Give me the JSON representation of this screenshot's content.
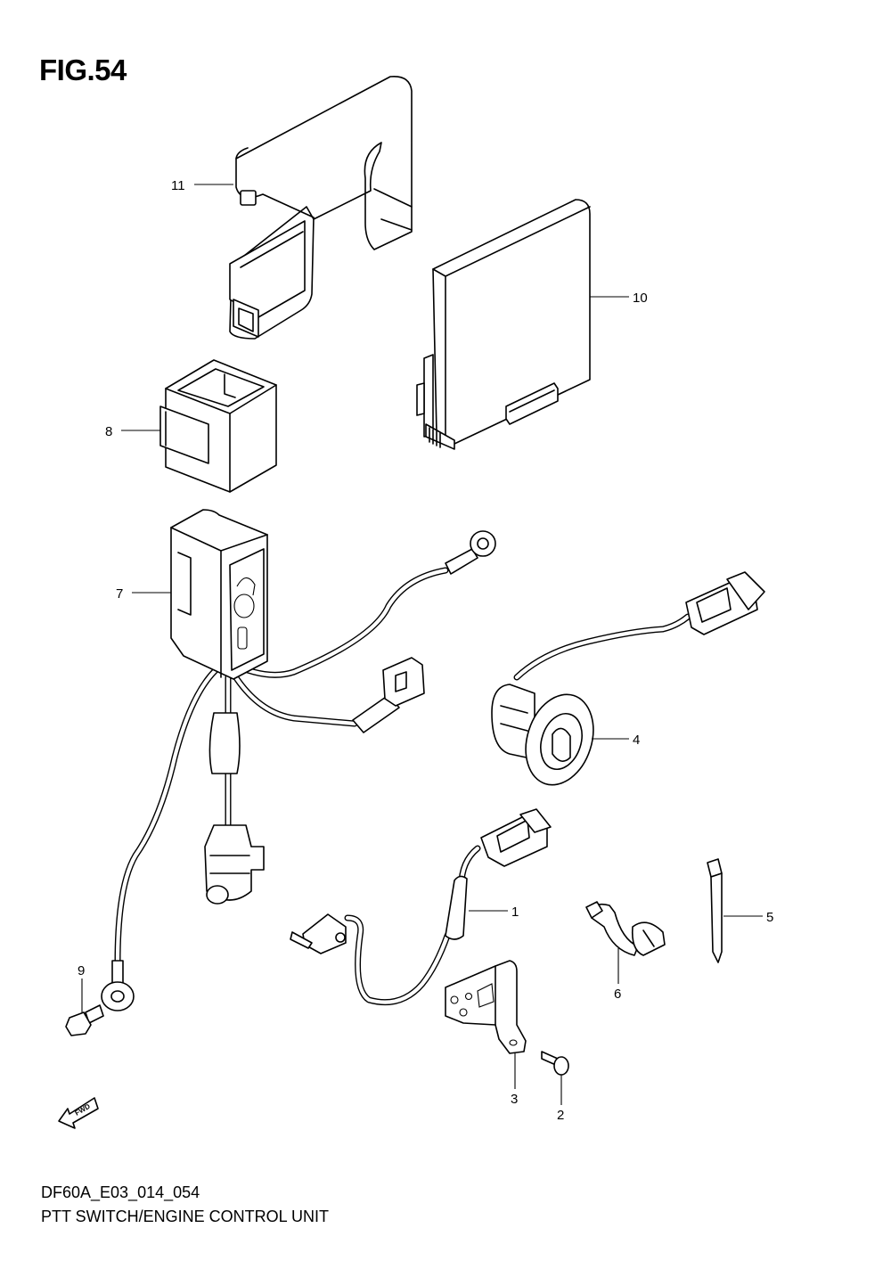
{
  "figure_label": "FIG.54",
  "code": "DF60A_E03_014_054",
  "subtitle": "PTT SWITCH/ENGINE CONTROL UNIT",
  "fwd_label": "FWD",
  "callouts": {
    "c1": "1",
    "c2": "2",
    "c3": "3",
    "c4": "4",
    "c5": "5",
    "c6": "6",
    "c7": "7",
    "c8": "8",
    "c9": "9",
    "c10": "10",
    "c11": "11"
  }
}
